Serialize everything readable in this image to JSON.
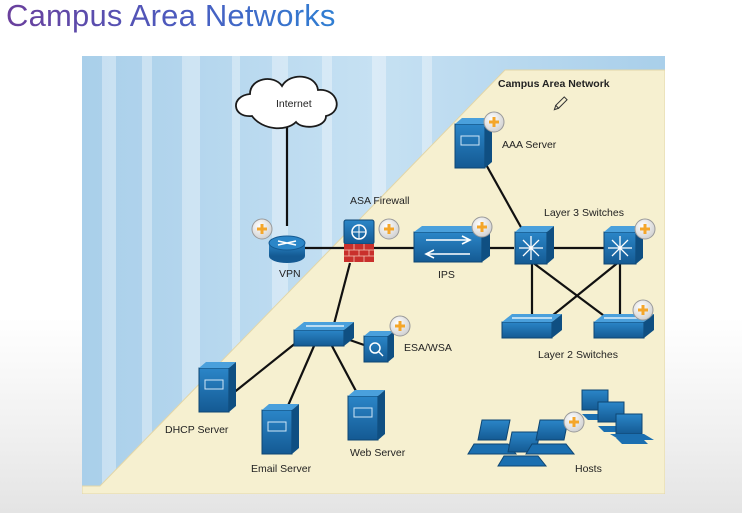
{
  "slide": {
    "title": "Campus Area Networks"
  },
  "diagram": {
    "region_label": "Campus Area Network",
    "nodes": {
      "internet": "Internet",
      "asa_firewall": "ASA Firewall",
      "vpn": "VPN",
      "ips": "IPS",
      "aaa_server": "AAA Server",
      "layer3_switches": "Layer 3 Switches",
      "layer2_switches": "Layer 2 Switches",
      "esa_wsa": "ESA/WSA",
      "dhcp_server": "DHCP Server",
      "email_server": "Email Server",
      "web_server": "Web Server",
      "hosts": "Hosts"
    }
  },
  "colors": {
    "title_start": "#6a3f9c",
    "title_end": "#2f7fd3",
    "campus_fill": "#f6f0d0",
    "sky": "#b9d9ef",
    "device_blue": "#1b6fb0",
    "badge_orange": "#f4a62a"
  }
}
